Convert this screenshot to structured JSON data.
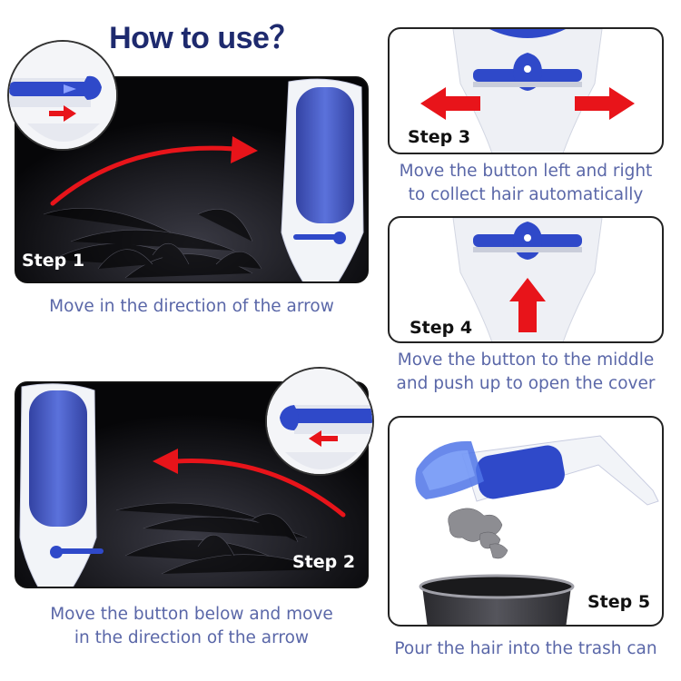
{
  "title": "How to use？",
  "steps": [
    {
      "label": "Step 1",
      "caption_lines": [
        "Move in the direction of the arrow"
      ]
    },
    {
      "label": "Step 2",
      "caption_lines": [
        "Move the button below and move",
        "in the direction of the arrow"
      ]
    },
    {
      "label": "Step 3",
      "caption_lines": [
        "Move the button left and right",
        "to collect hair automatically"
      ]
    },
    {
      "label": "Step 4",
      "caption_lines": [
        "Move the button to the middle",
        "and push up to open the cover"
      ]
    },
    {
      "label": "Step 5",
      "caption_lines": [
        "Pour the hair into the trash can"
      ]
    }
  ],
  "colors": {
    "title": "#1e2a6e",
    "caption": "#5a67a8",
    "arrow_red": "#e8141a",
    "device_blue": "#2f49c9",
    "dark_bg": "#060608"
  }
}
